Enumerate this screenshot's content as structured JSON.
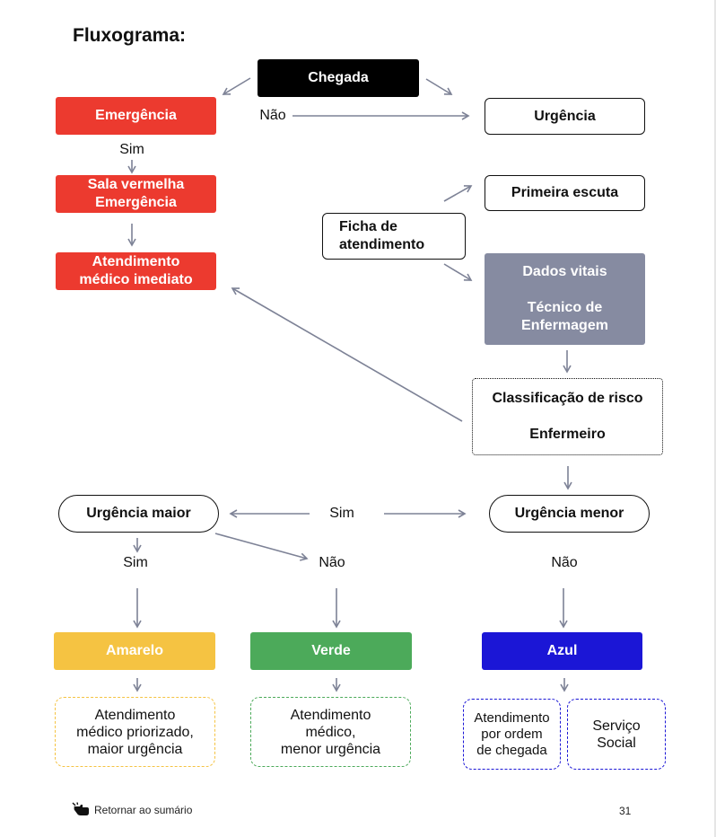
{
  "title": "Fluxograma:",
  "nodes": {
    "chegada": "Chegada",
    "emergencia": "Emergência",
    "urgencia": "Urgência",
    "sala_vermelha": "Sala vermelha\nEmergência",
    "primeira_escuta": "Primeira escuta",
    "ficha": "Ficha de\natendimento",
    "atendimento_imediato": "Atendimento\nmédico imediato",
    "dados_vitais": "Dados vitais\n\nTécnico de\nEnfermagem",
    "classificacao": "Classificação de risco\n\nEnfermeiro",
    "urgencia_maior": "Urgência maior",
    "urgencia_menor": "Urgência menor",
    "amarelo": "Amarelo",
    "verde": "Verde",
    "azul": "Azul",
    "nota_amarelo": "Atendimento\nmédico priorizado,\nmaior urgência",
    "nota_verde": "Atendimento\nmédico,\nmenor urgência",
    "nota_azul": "Atendimento\npor ordem\nde chegada",
    "nota_servico": "Serviço\nSocial"
  },
  "labels": {
    "nao_top": "Não",
    "sim_emergencia": "Sim",
    "sim_middle": "Sim",
    "sim_left": "Sim",
    "nao_middle": "Não",
    "nao_right": "Não"
  },
  "footer": {
    "link_icon": "hand-pointer-icon",
    "link_text": "Retornar ao sumário",
    "page_number": "31"
  },
  "colors": {
    "red": "#ec3a2f",
    "grey": "#868ba1",
    "yellow": "#f5c342",
    "green": "#4caa5a",
    "blue": "#1b16d6",
    "arrow": "#7d8296"
  }
}
